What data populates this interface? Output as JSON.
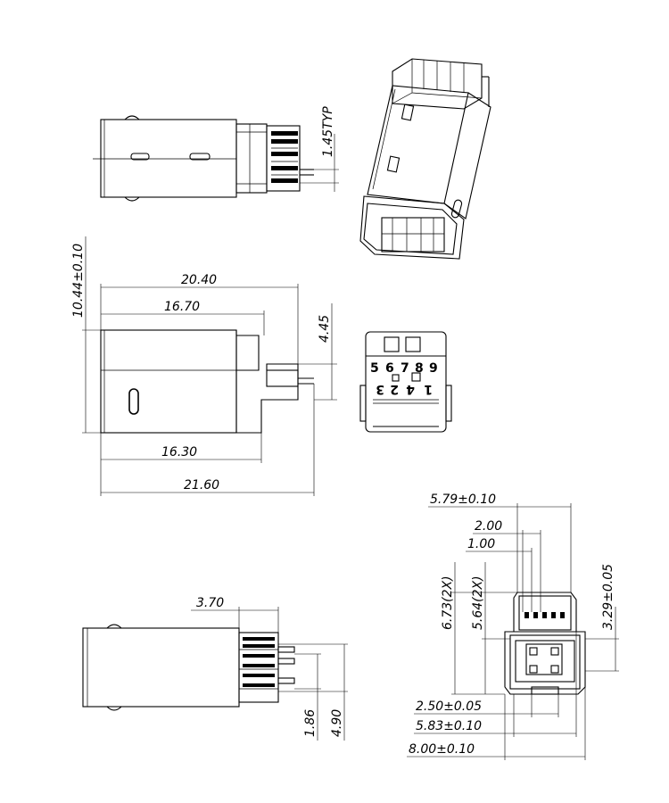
{
  "dimensions": {
    "pitch_typ": "1.45TYP",
    "height_overall": "10.44±0.10",
    "length_body": "20.40",
    "length_shell": "16.70",
    "offset_top": "4.45",
    "length_bottom": "16.30",
    "length_overall": "21.60",
    "tail_length": "3.70",
    "pin_span_a": "1.86",
    "pin_span_b": "4.90",
    "front_width": "5.79±0.10",
    "front_span_2": "2.00",
    "front_pitch": "1.00",
    "front_h1": "6.73(2X)",
    "front_h2": "5.64(2X)",
    "front_h3": "3.29±0.05",
    "front_w1": "2.50±0.05",
    "front_w2": "5.83±0.10",
    "front_w3": "8.00±0.10"
  },
  "pin_numbers": {
    "top_row": [
      "5",
      "6",
      "7",
      "8",
      "9"
    ],
    "bottom_row": [
      "3",
      "2",
      "4",
      "1"
    ]
  }
}
